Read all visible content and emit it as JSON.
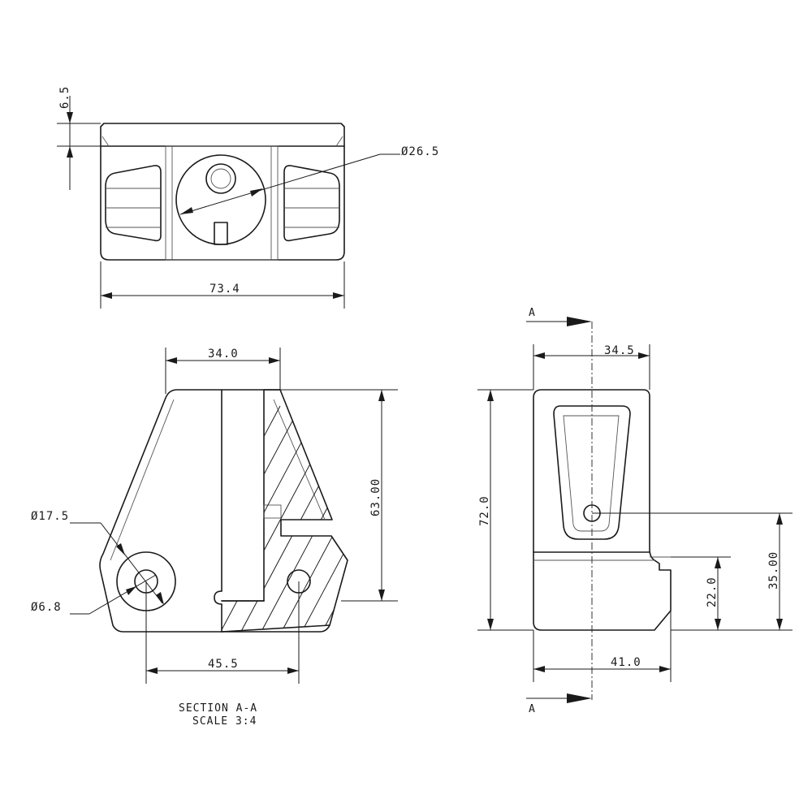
{
  "top_view": {
    "dim_thickness": "6.5",
    "dim_diameter": "Ø26.5",
    "dim_width": "73.4"
  },
  "section_view": {
    "dim_top_width": "34.0",
    "dim_height": "63.00",
    "dim_bore_large": "Ø17.5",
    "dim_bore_small": "Ø6.8",
    "dim_hole_spacing": "45.5",
    "caption_line1": "SECTION A-A",
    "caption_line2": "SCALE 3:4"
  },
  "side_view": {
    "section_label_top": "A",
    "section_label_bottom": "A",
    "dim_top_width": "34.5",
    "dim_height": "72.0",
    "dim_hole_height": "35.00",
    "dim_step_height": "22.0",
    "dim_base_width": "41.0"
  }
}
